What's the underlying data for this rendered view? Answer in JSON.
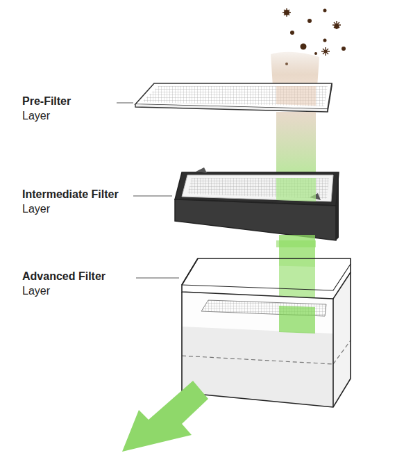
{
  "diagram": {
    "labels": [
      "Pre-Filter",
      "Layer",
      "Intermediate Filter",
      "Layer",
      "Advanced Filter",
      "Layer"
    ]
  }
}
